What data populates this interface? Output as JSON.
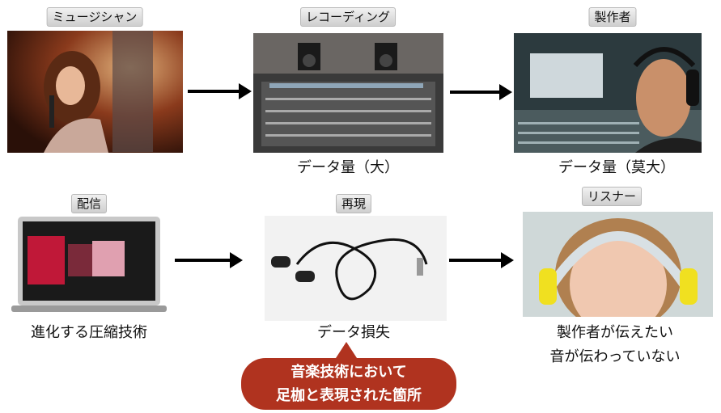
{
  "stages": {
    "musician": {
      "label": "ミュージシャン",
      "icon": "singer-photo"
    },
    "recording": {
      "label": "レコーディング",
      "icon": "mixing-console-photo",
      "caption": "データ量（大）"
    },
    "producer": {
      "label": "製作者",
      "icon": "producer-photo",
      "caption": "データ量（莫大）"
    },
    "distribution": {
      "label": "配信",
      "icon": "laptop-photo",
      "caption": "進化する圧縮技術"
    },
    "playback": {
      "label": "再現",
      "icon": "earphones-photo",
      "caption": "データ損失"
    },
    "listener": {
      "label": "リスナー",
      "icon": "child-headphones-photo",
      "caption_line1": "製作者が伝えたい",
      "caption_line2": "音が伝わっていない"
    }
  },
  "callout": {
    "line1": "音楽技術において",
    "line2": "足枷と表現された箇所",
    "color": "#b0331f"
  }
}
